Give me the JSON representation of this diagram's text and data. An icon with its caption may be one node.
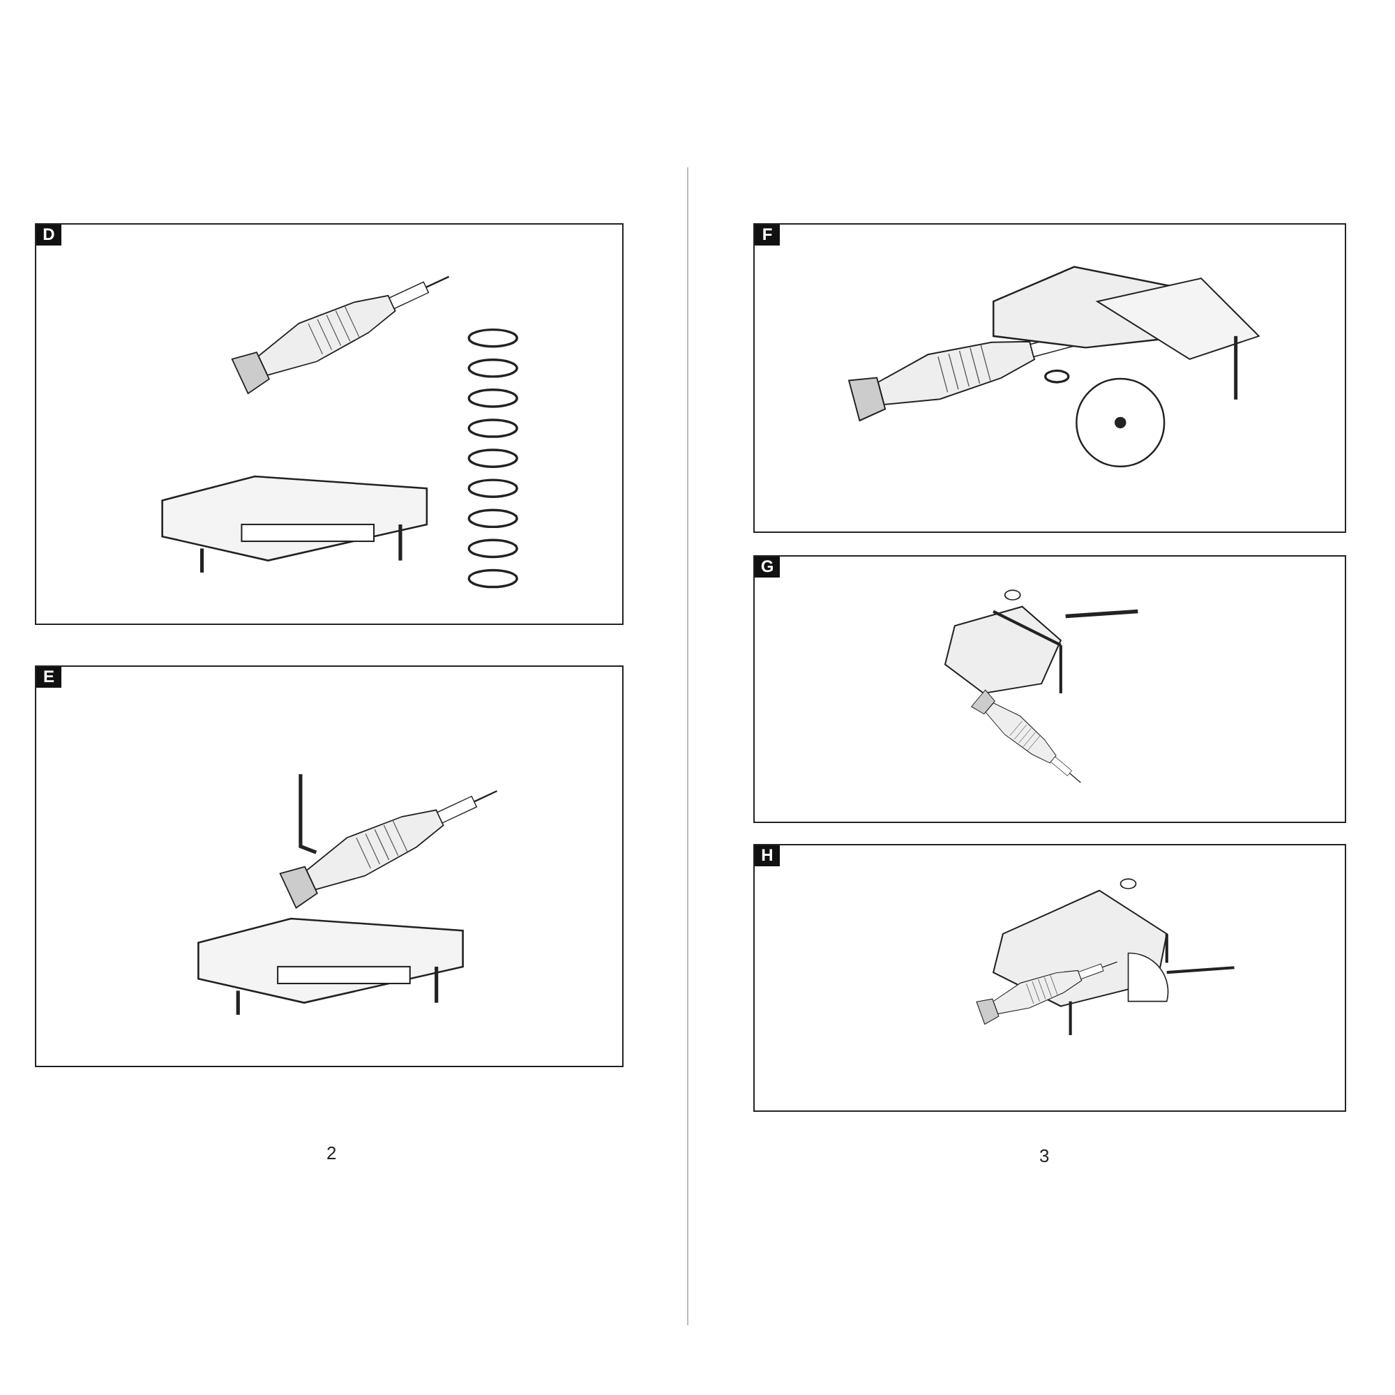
{
  "diagram": {
    "nodes": [
      {
        "text": [
          "D"
        ]
      },
      {
        "text": [
          "E"
        ]
      },
      {
        "text": [
          "F"
        ]
      },
      {
        "text": [
          "G"
        ]
      },
      {
        "text": [
          "H"
        ]
      }
    ],
    "labels": [
      "2",
      "3"
    ]
  }
}
